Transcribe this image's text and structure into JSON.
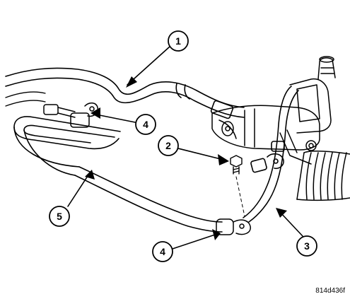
{
  "diagram": {
    "callouts": [
      {
        "id": "c1",
        "label": "1"
      },
      {
        "id": "c2",
        "label": "2"
      },
      {
        "id": "c3",
        "label": "3"
      },
      {
        "id": "c4a",
        "label": "4"
      },
      {
        "id": "c4b",
        "label": "4"
      },
      {
        "id": "c5",
        "label": "5"
      }
    ],
    "figure_id": "814d436f",
    "colors": {
      "ink": "#000000",
      "background": "#ffffff"
    }
  }
}
